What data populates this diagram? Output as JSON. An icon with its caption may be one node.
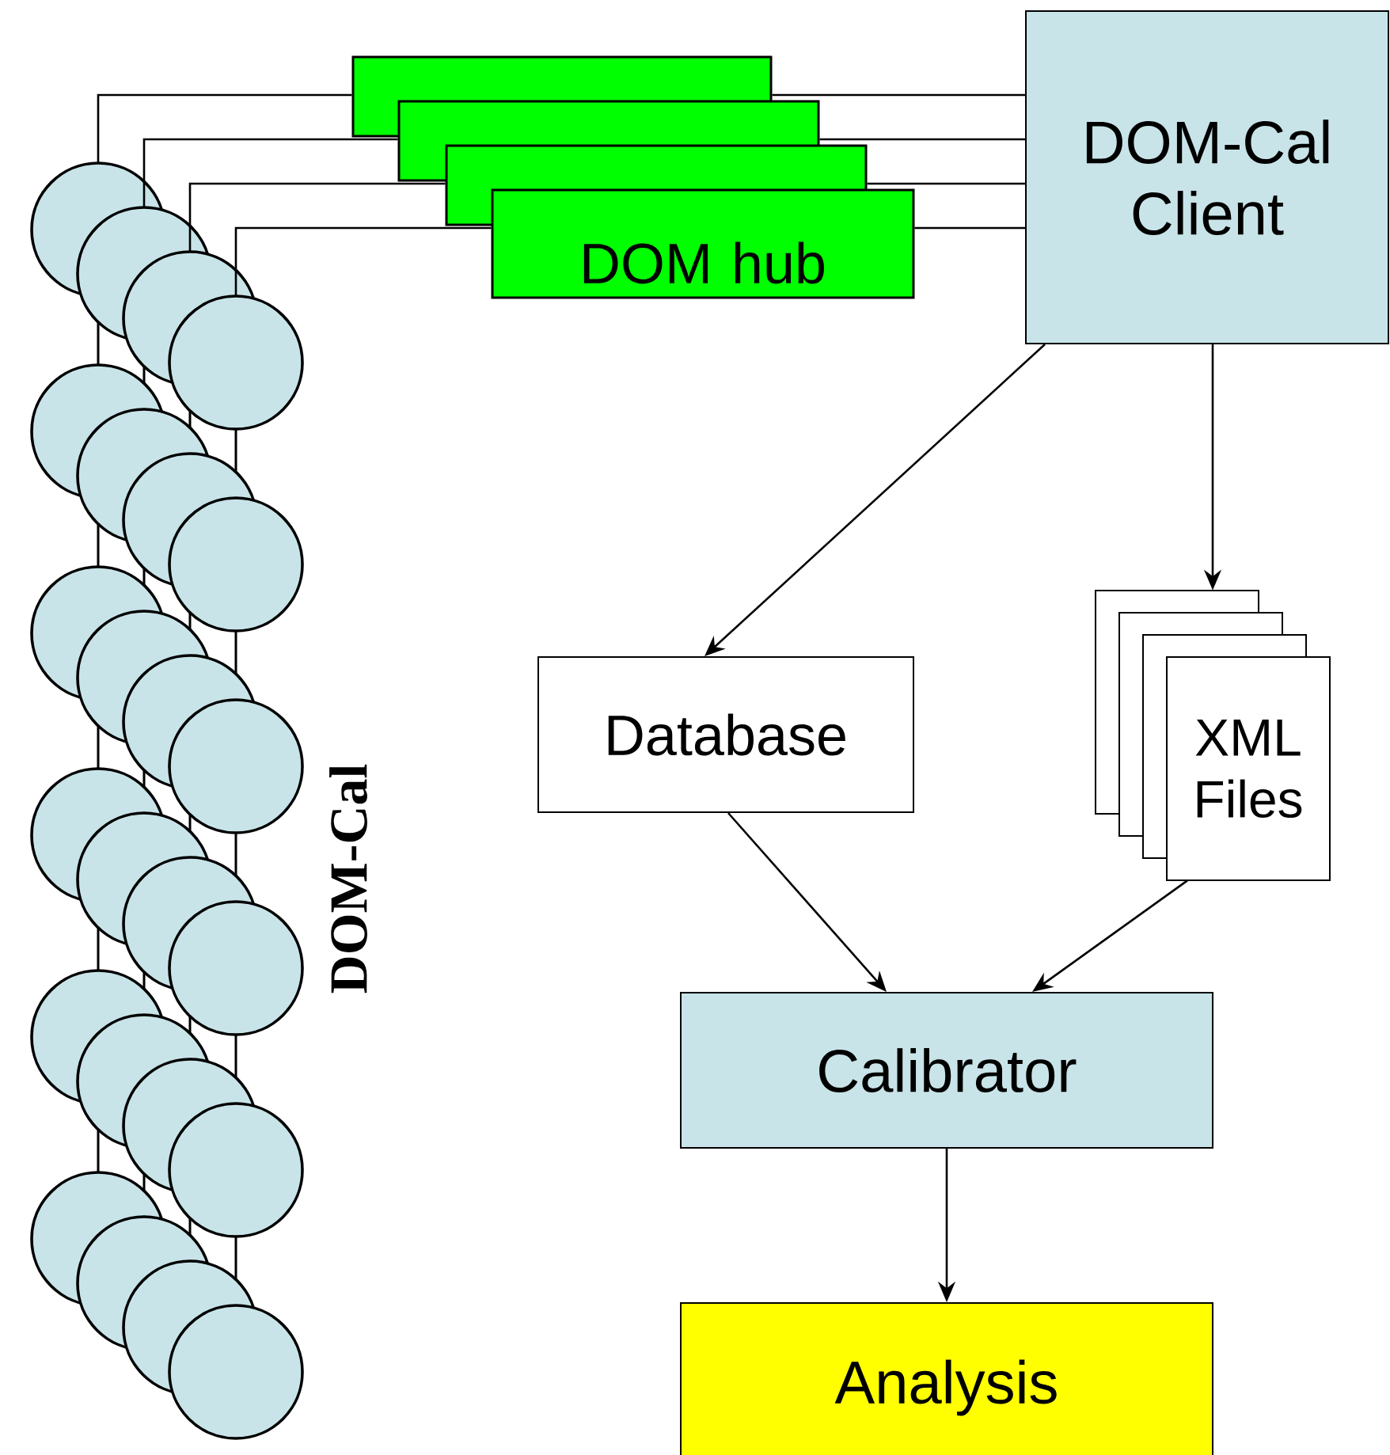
{
  "diagram": {
    "nodes": [
      {
        "text": [],
        "shape": "box"
      },
      {
        "text": [],
        "shape": "box"
      },
      {
        "text": [],
        "shape": "box"
      },
      {
        "text": [
          "DOM hub"
        ]
      },
      {
        "text": [
          "DOM-Cal Client"
        ]
      },
      {
        "text": [
          "Database"
        ]
      },
      {
        "text": [
          "XML Files"
        ]
      },
      {
        "text": [
          "Calibrator"
        ]
      },
      {
        "text": [
          "Analysis"
        ]
      },
      {
        "text": [],
        "shape": "picture"
      }
    ],
    "edges": [
      {
        "from": 0,
        "to": 4,
        "arrow": "none"
      },
      {
        "from": 1,
        "to": 4,
        "arrow": "none"
      },
      {
        "from": 2,
        "to": 4,
        "arrow": "none"
      },
      {
        "from": 3,
        "to": 4,
        "arrow": "none"
      },
      {
        "from": 4,
        "to": 5,
        "arrow": "to"
      },
      {
        "from": 4,
        "to": 6,
        "arrow": "to"
      },
      {
        "from": 5,
        "to": 7,
        "arrow": "to"
      },
      {
        "from": 6,
        "to": 7,
        "arrow": "to"
      },
      {
        "from": 7,
        "to": 8,
        "arrow": "to"
      },
      {
        "from": 0,
        "to": 9,
        "arrow": "none"
      },
      {
        "from": 1,
        "to": 9,
        "arrow": "none"
      },
      {
        "from": 2,
        "to": 9,
        "arrow": "none"
      },
      {
        "from": 3,
        "to": 9,
        "arrow": "none"
      }
    ],
    "labels": [
      "DOM-Cal"
    ]
  }
}
